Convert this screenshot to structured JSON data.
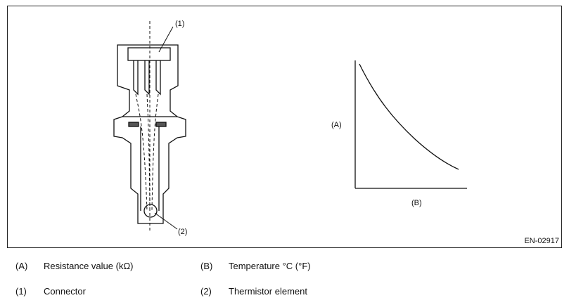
{
  "figure": {
    "code": "EN-02917",
    "callouts": {
      "connector": "(1)",
      "thermistor": "(2)"
    },
    "axis_labels": {
      "y": "(A)",
      "x": "(B)"
    }
  },
  "legend": [
    {
      "key": "(A)",
      "text": "Resistance value (kΩ)"
    },
    {
      "key": "(B)",
      "text": "Temperature °C (°F)"
    },
    {
      "key": "(1)",
      "text": "Connector"
    },
    {
      "key": "(2)",
      "text": "Thermistor element"
    }
  ]
}
